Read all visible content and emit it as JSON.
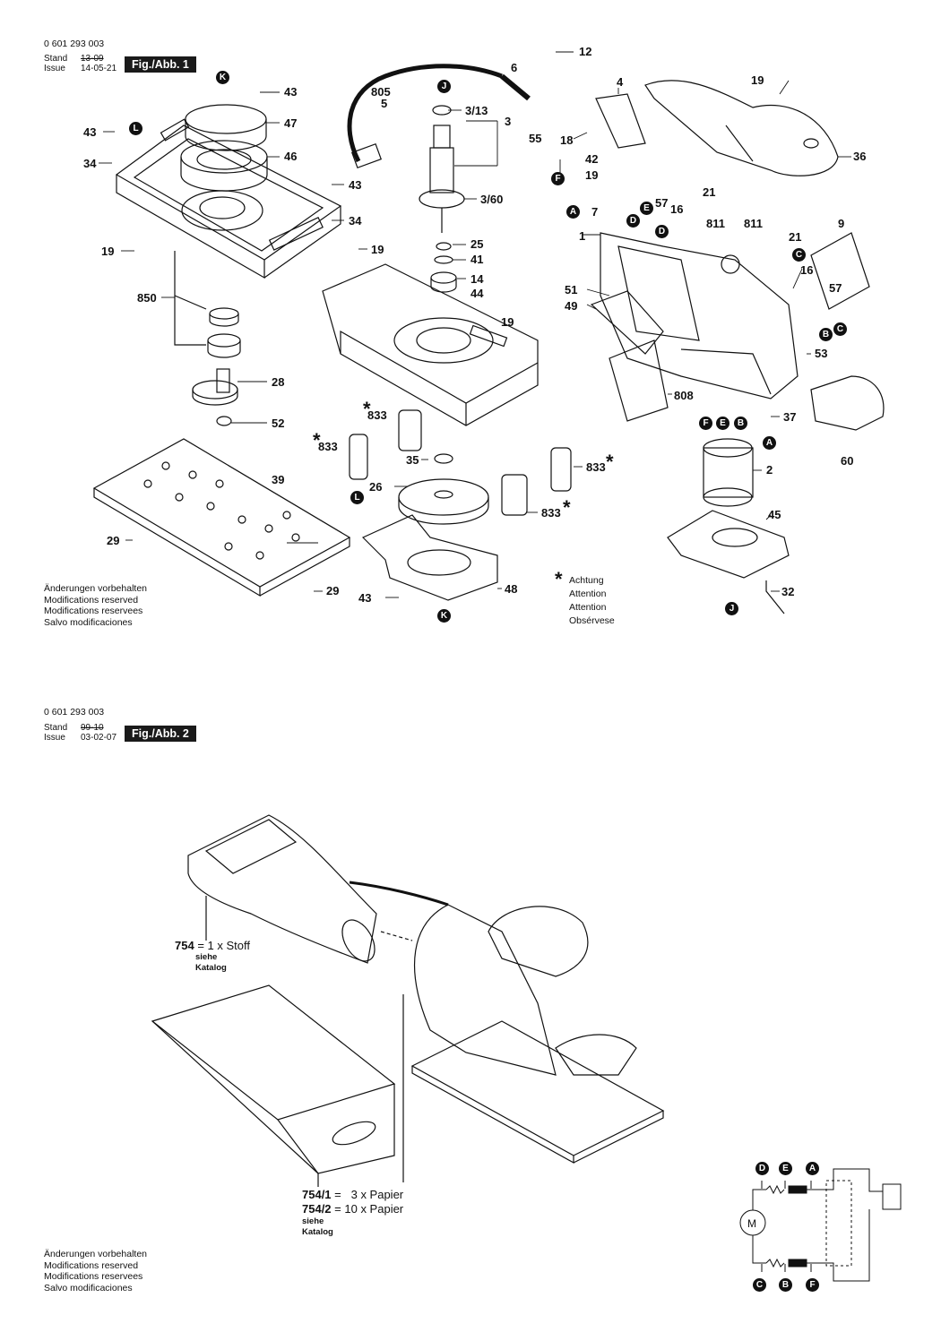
{
  "figure1": {
    "part_number": "0 601 293 003",
    "stand_label": "Stand",
    "issue_label": "Issue",
    "stand_date": "13-09",
    "issue_date": "14-05-21",
    "fig_label": "Fig./Abb. 1"
  },
  "figure2": {
    "part_number": "0 601 293 003",
    "stand_label": "Stand",
    "issue_label": "Issue",
    "stand_date": "99-10",
    "issue_date": "03-02-07",
    "fig_label": "Fig./Abb. 2"
  },
  "notes": [
    "Änderungen vorbehalten",
    "Modifications reserved",
    "Modifications reservees",
    "Salvo modificaciones"
  ],
  "attention": {
    "symbol": "*",
    "lines": [
      "Achtung",
      "Attention",
      "Attention",
      "Obsérvese"
    ]
  },
  "callouts": {
    "c12": "12",
    "c6": "6",
    "c805": "805",
    "c5": "5",
    "c4": "4",
    "c19a": "19",
    "c43a": "43",
    "c47": "47",
    "c43b": "43",
    "c34a": "34",
    "c46": "46",
    "c43c": "43",
    "c34b": "34",
    "c19b": "19",
    "c3_13": "3/13",
    "c3": "3",
    "c3_60": "3/60",
    "c55": "55",
    "c18": "18",
    "c42": "42",
    "c19c": "19",
    "c36": "36",
    "c57a": "57",
    "c21a": "21",
    "c7": "7",
    "c16a": "16",
    "c811a": "811",
    "c811b": "811",
    "c9": "9",
    "c21b": "21",
    "c16b": "16",
    "c1": "1",
    "c57b": "57",
    "c51": "51",
    "c49": "49",
    "c25": "25",
    "c41": "41",
    "c14": "14",
    "c44": "44",
    "c19d": "19",
    "c19e": "19",
    "c850": "850",
    "c28": "28",
    "c52": "52",
    "c833a": "833",
    "c833b": "833",
    "c833c": "833",
    "c833d": "833",
    "c35": "35",
    "c26": "26",
    "c39": "39",
    "c29a": "29",
    "c29b": "29",
    "c43d": "43",
    "c48": "48",
    "c53": "53",
    "c808": "808",
    "c37": "37",
    "c60": "60",
    "c2": "2",
    "c45": "45",
    "c32": "32"
  },
  "markers": {
    "K1": "K",
    "L1": "L",
    "J1": "J",
    "F1": "F",
    "A1": "A",
    "D1": "D",
    "E1": "E",
    "D2": "D",
    "C1": "C",
    "B1": "B",
    "C2": "C",
    "F2": "F",
    "E2": "E",
    "B2": "B",
    "A2": "A",
    "L2": "L",
    "K2": "K",
    "J2": "J",
    "wD": "D",
    "wE": "E",
    "wA": "A",
    "wC": "C",
    "wB": "B",
    "wF": "F"
  },
  "bags": {
    "b754_num": "754",
    "b754_text": "= 1 x Stoff",
    "b754_ref1": "siehe",
    "b754_ref2": "Katalog",
    "b754_1_num": "754/1",
    "b754_1_text": "=   3 x Papier",
    "b754_2_num": "754/2",
    "b754_2_text": "= 10 x Papier",
    "b754p_ref1": "siehe",
    "b754p_ref2": "Katalog"
  }
}
